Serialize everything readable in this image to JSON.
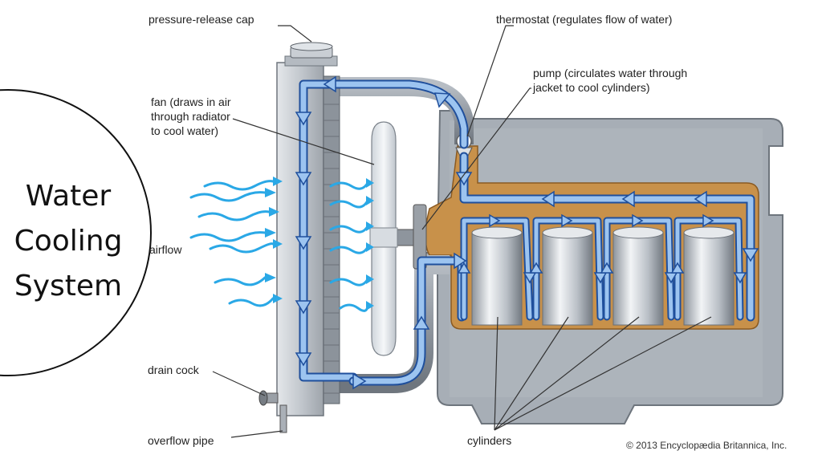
{
  "title": {
    "line1": "Water",
    "line2": "Cooling",
    "line3": "System"
  },
  "labels": {
    "pressure_cap": "pressure-release cap",
    "thermostat": "thermostat (regulates flow of water)",
    "pump_line1": "pump (circulates water through",
    "pump_line2": "jacket to cool cylinders)",
    "fan_line1": "fan (draws in air",
    "fan_line2": "through radiator",
    "fan_line3": "to cool water)",
    "airflow": "airflow",
    "drain_cock": "drain cock",
    "overflow_pipe": "overflow pipe",
    "cylinders": "cylinders"
  },
  "copyright": "© 2013 Encyclopædia Britannica, Inc.",
  "colors": {
    "water": "#9cc4f0",
    "water_outline": "#1f4f9c",
    "coolant_jacket": "#c8914a",
    "engine_block": "#a7aeb6",
    "airflow": "#2aa8e6",
    "radiator": "#c9ced4"
  }
}
